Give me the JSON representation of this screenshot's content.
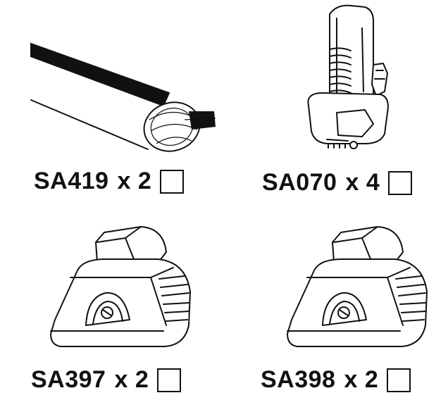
{
  "items": [
    {
      "code": "SA419",
      "qty_text": "x 2",
      "icon": "roof-bar-icon"
    },
    {
      "code": "SA070",
      "qty_text": "x 4",
      "icon": "bar-clamp-icon"
    },
    {
      "code": "SA397",
      "qty_text": "x 2",
      "icon": "foot-pad-icon"
    },
    {
      "code": "SA398",
      "qty_text": "x 2",
      "icon": "foot-pad-icon"
    }
  ]
}
